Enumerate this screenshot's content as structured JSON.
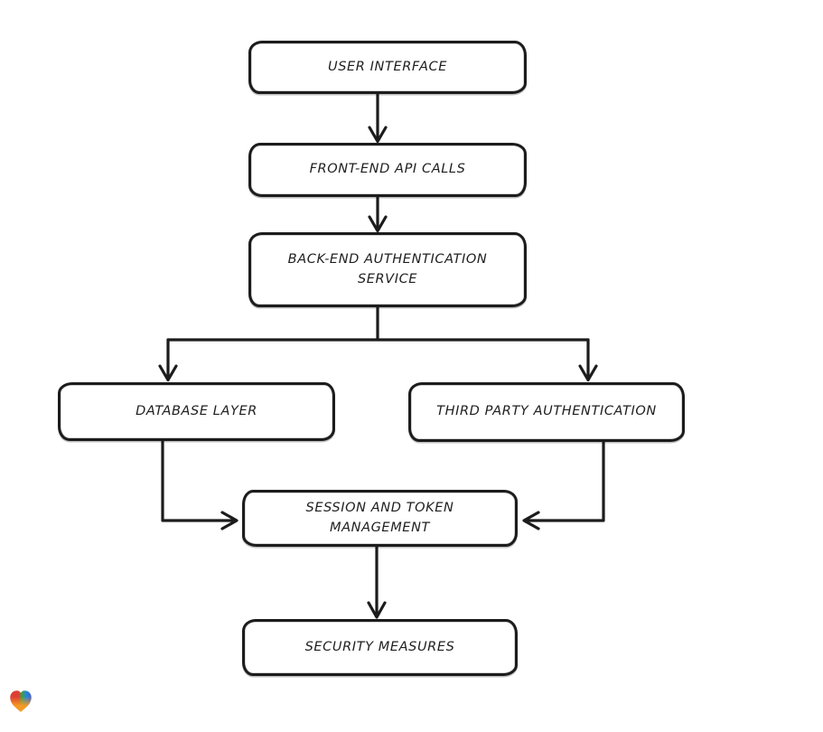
{
  "diagram": {
    "type": "flowchart",
    "style": "hand-drawn",
    "background_color": "#ffffff",
    "stroke_color": "#1c1c1c",
    "node_fill_color": "#ffffff",
    "nodes": [
      {
        "id": "user-interface",
        "label": "USER INTERFACE"
      },
      {
        "id": "front-end-api-calls",
        "label": "FRONT-END API CALLS"
      },
      {
        "id": "back-end-authentication-service",
        "label": "BACK-END AUTHENTICATION SERVICE"
      },
      {
        "id": "database-layer",
        "label": "DATABASE LAYER"
      },
      {
        "id": "third-party-authentication",
        "label": "THIRD PARTY AUTHENTICATION"
      },
      {
        "id": "session-and-token-management",
        "label": "SESSION AND TOKEN MANAGEMENT"
      },
      {
        "id": "security-measures",
        "label": "SECURITY MEASURES"
      }
    ],
    "edges": [
      {
        "from": "user-interface",
        "to": "front-end-api-calls"
      },
      {
        "from": "front-end-api-calls",
        "to": "back-end-authentication-service"
      },
      {
        "from": "back-end-authentication-service",
        "to": "database-layer"
      },
      {
        "from": "back-end-authentication-service",
        "to": "third-party-authentication"
      },
      {
        "from": "database-layer",
        "to": "session-and-token-management"
      },
      {
        "from": "third-party-authentication",
        "to": "session-and-token-management"
      },
      {
        "from": "session-and-token-management",
        "to": "security-measures"
      }
    ],
    "logo": {
      "name": "gradient-heart",
      "colors": {
        "red": "#df3e33",
        "green": "#43a047",
        "blue": "#2288d9",
        "indigo": "#4d5fc0",
        "orange": "#f59b23"
      }
    }
  }
}
